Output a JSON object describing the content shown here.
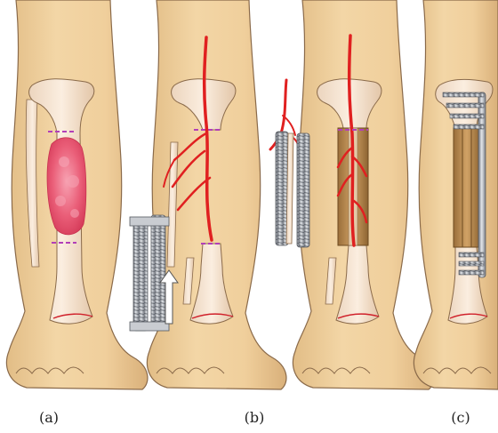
{
  "labels": {
    "a": "(a)",
    "b": "(b)",
    "c": "(c)"
  },
  "colors": {
    "skin": "#f0cf9c",
    "skin_shade": "#deb47c",
    "outline": "#8a6a4a",
    "bone": "#f5e2cf",
    "bone_shade": "#e6cbb0",
    "tumor": "#e8506a",
    "tumor_light": "#f39aac",
    "osteotomy_line": "#b23fb8",
    "vessel": "#e02020",
    "graft": "#b8894f",
    "graft_dark": "#8a6330",
    "metal": "#8f939a",
    "metal_light": "#d4d8de",
    "joint_line": "#d0202a"
  }
}
